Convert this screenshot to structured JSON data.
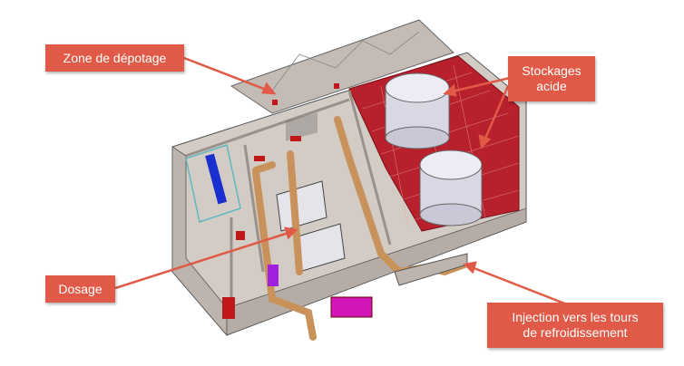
{
  "labels": {
    "unloading_zone": "Zone de dépotage",
    "acid_storage": "Stockages\nacide",
    "dosing": "Dosage",
    "injection": "Injection vers les tours\nde refroidissement"
  },
  "colors": {
    "label_bg": "#E05A47",
    "arrow": "#E05A47",
    "wall": "#C9C1B9",
    "tile": "#B8202C",
    "pipe": "#C8925A",
    "tank": "#DCDCE6"
  }
}
